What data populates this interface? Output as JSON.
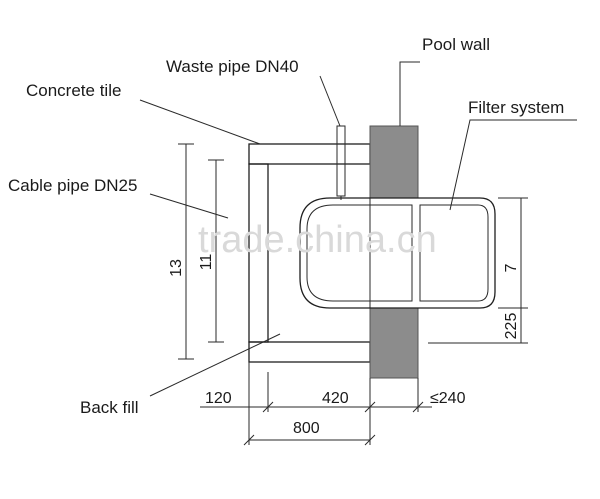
{
  "labels": {
    "pool_wall": "Pool wall",
    "waste_pipe": "Waste pipe DN40",
    "concrete_tile": "Concrete tile",
    "filter_system": "Filter system",
    "cable_pipe": "Cable pipe DN25",
    "back_fill": "Back fill"
  },
  "dimensions": {
    "height_outer": "13",
    "height_inner": "11",
    "height_filter": "7",
    "height_bottom": "225",
    "width_wall": "120",
    "width_fill": "420",
    "width_wall_gap": "≤240",
    "width_total": "800"
  },
  "watermark": "trade.china.cn",
  "colors": {
    "pool_wall": "#8c8c8c",
    "brick_line": "#333333",
    "backfill_dots": "#555555"
  }
}
